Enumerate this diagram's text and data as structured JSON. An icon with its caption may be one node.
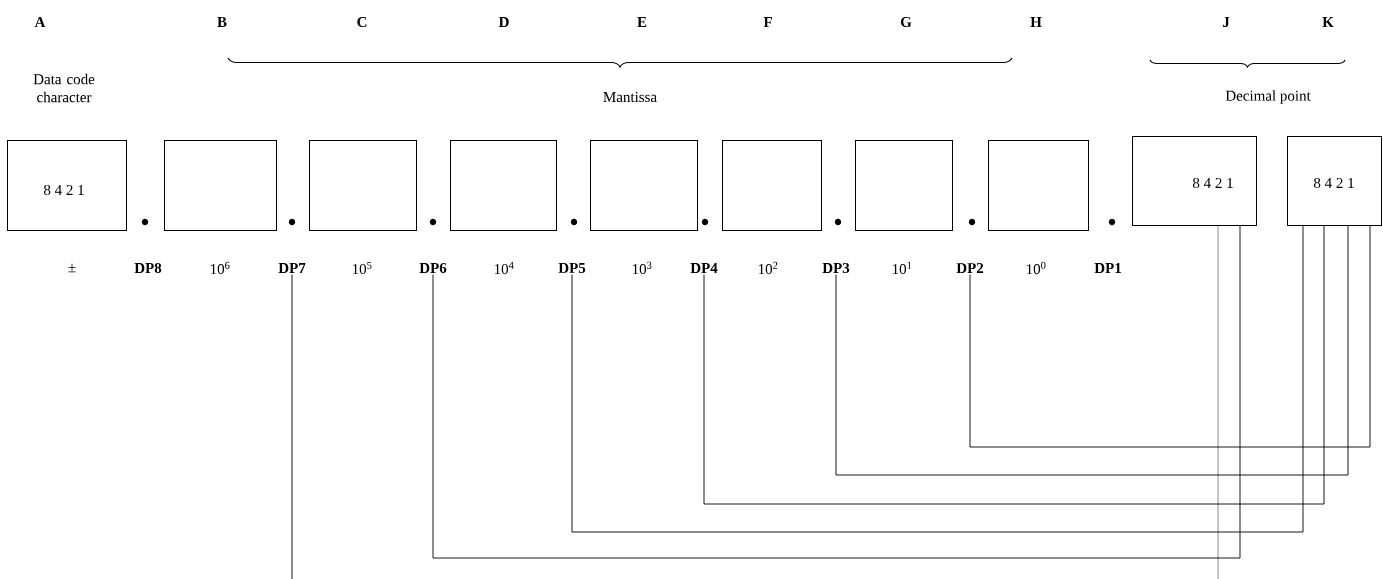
{
  "diagram": {
    "nodes": [
      {
        "text": [
          "Data code character",
          "8 4 2 1"
        ],
        "beside": [
          "±"
        ]
      },
      {
        "text": [],
        "shape": "box",
        "beside": [
          "10$^{6}$"
        ]
      },
      {
        "text": [],
        "shape": "box",
        "beside": [
          "10$^{5}$"
        ]
      },
      {
        "text": [],
        "shape": "box",
        "beside": [
          "10$^{4}$"
        ]
      },
      {
        "text": [],
        "shape": "box",
        "beside": [
          "10$^{3}$"
        ]
      },
      {
        "text": [],
        "shape": "box",
        "beside": [
          "10$^{2}$"
        ]
      },
      {
        "text": [],
        "shape": "box",
        "beside": [
          "10$^{1}$"
        ]
      },
      {
        "text": [],
        "shape": "box",
        "beside": [
          "10$^{0}$"
        ]
      },
      {
        "text": [
          "8 4 2 1"
        ]
      },
      {
        "text": [
          "8 4 2 1"
        ]
      },
      {
        "text": [
          "DP7"
        ]
      },
      {
        "text": [
          "DP6"
        ]
      },
      {
        "text": [
          "DP5"
        ]
      },
      {
        "text": [
          "DP4"
        ]
      },
      {
        "text": [
          "DP3"
        ]
      },
      {
        "text": [
          "DP2"
        ]
      }
    ],
    "edges": [
      {
        "from": 15,
        "to": 9,
        "arrow": "none"
      },
      {
        "from": 14,
        "to": 9,
        "arrow": "none"
      },
      {
        "from": 13,
        "to": 9,
        "arrow": "none"
      },
      {
        "from": 12,
        "to": 9,
        "arrow": "none"
      },
      {
        "from": 11,
        "to": 8,
        "arrow": "none"
      },
      {
        "from": 10,
        "to": null,
        "arrow": "none"
      },
      {
        "from": 8,
        "to": null,
        "arrow": "none"
      }
    ],
    "labels": [
      "A",
      "B",
      "C",
      "D",
      "E",
      "F",
      "G",
      "H",
      "J",
      "K",
      "Mantissa",
      "Decimal point",
      "DP8",
      "DP1"
    ]
  }
}
